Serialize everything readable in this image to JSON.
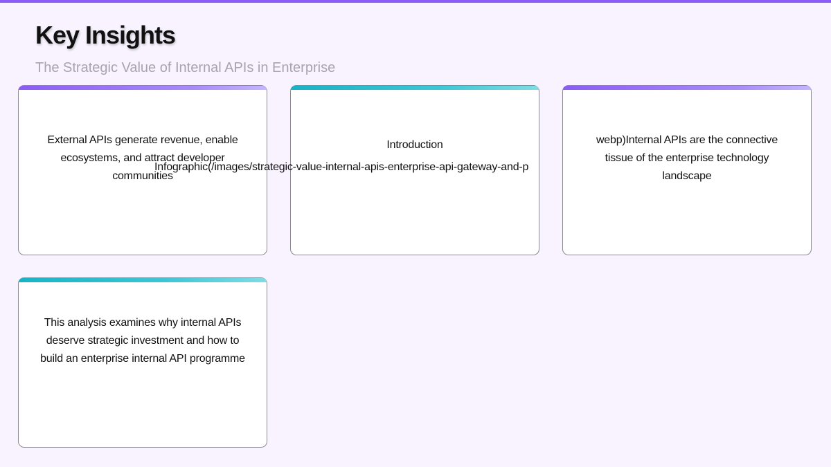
{
  "slide": {
    "title": "Key Insights",
    "subtitle": "The Strategic Value of Internal APIs in Enterprise"
  },
  "cards": [
    {
      "text": "External APIs generate revenue, enable ecosystems, and attract developer communities",
      "accent": "#8b5cf6"
    },
    {
      "text": "Introduction",
      "accent": "#17b3c6"
    },
    {
      "text": "webp)Internal APIs are the connective tissue of the enterprise technology landscape",
      "accent": "#8b5cf6"
    },
    {
      "text": "This analysis examines why internal APIs deserve strategic investment and how to build an enterprise internal API programme",
      "accent": "#17b3c6"
    }
  ],
  "overflow_line": "Infographic(/images/strategic-value-internal-apis-enterprise-api-gateway-and-p"
}
